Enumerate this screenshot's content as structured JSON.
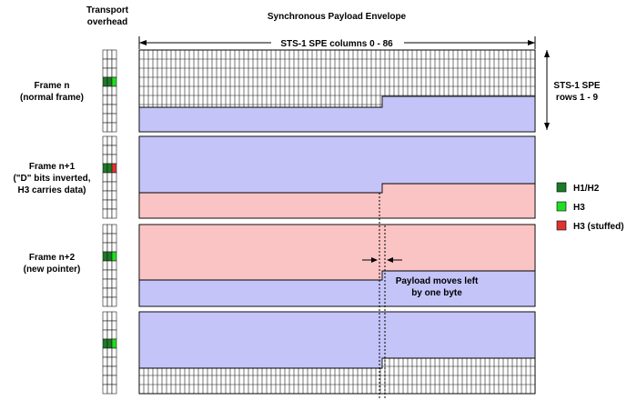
{
  "headers": {
    "transport_overhead": [
      "Transport",
      "overhead"
    ],
    "spe": "Synchronous Payload Envelope",
    "columns": "STS-1 SPE columns 0 - 86",
    "rows": [
      "STS-1 SPE",
      "rows 1 - 9"
    ]
  },
  "frames": [
    {
      "label": [
        "Frame n",
        "(normal frame)"
      ],
      "pointer": [
        "h1h2",
        "h1h2",
        "h3"
      ],
      "top": null,
      "bottom": "blue",
      "step": "up",
      "bottom_rows": 3
    },
    {
      "label": [
        "Frame n+1",
        "(\"D\" bits inverted,",
        "H3 carries data)"
      ],
      "pointer": [
        "h1h2",
        "h1h2",
        "stuffed"
      ],
      "top": "blue",
      "bottom": "pink",
      "step": "up",
      "bottom_rows": 3
    },
    {
      "label": [
        "Frame n+2",
        "(new pointer)"
      ],
      "pointer": [
        "h1h2",
        "h1h2",
        "h3"
      ],
      "top": "pink",
      "bottom": "blue",
      "step": "up",
      "bottom_rows": 3
    },
    {
      "label": [],
      "pointer": [
        "h1h2",
        "h1h2",
        "h3"
      ],
      "top": "blue",
      "bottom": null,
      "step": "down",
      "bottom_rows": 3
    }
  ],
  "annotation": [
    "Payload moves left",
    "by one byte"
  ],
  "legend": [
    {
      "key": "h1h2",
      "label": "H1/H2",
      "color": "#1d7a26"
    },
    {
      "key": "h3",
      "label": "H3",
      "color": "#22dd22"
    },
    {
      "key": "stuffed",
      "label": "H3 (stuffed)",
      "color": "#dd3333"
    }
  ],
  "colors": {
    "blue": "#c4c4f8",
    "pink": "#fbc4c4",
    "grid": "#1a1a1a",
    "h1h2": "#1d7a26",
    "h3": "#22dd22",
    "stuffed": "#dd3333"
  }
}
